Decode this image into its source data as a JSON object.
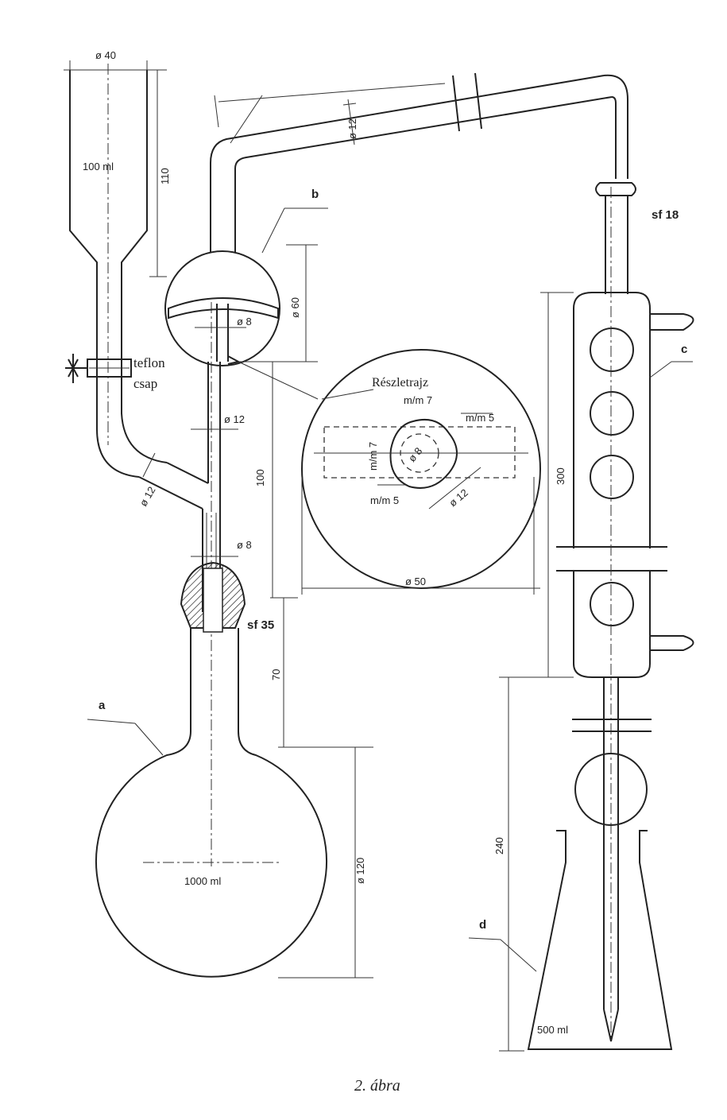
{
  "labels": {
    "a": "a",
    "b": "b",
    "c": "c",
    "d": "d",
    "teflon_line1": "teflon",
    "teflon_line2": "csap",
    "detail_title": "Részletrajz",
    "sf18": "sf 18",
    "sf35": "sf 35",
    "vol_funnel": "100 ml",
    "vol_flask": "1000 ml",
    "vol_erlenmeyer": "500 ml"
  },
  "dimensions": {
    "d40": "ø 40",
    "h110": "110",
    "d12_top": "ø 12",
    "d60": "ø 60",
    "d8_bulb": "ø 8",
    "d12_mid": "ø 12",
    "d12_side": "ø 12",
    "h100": "100",
    "d8_lower": "ø 8",
    "h70": "70",
    "d120": "ø 120",
    "d50": "ø 50",
    "h300": "300",
    "h240": "240",
    "det_mm7_top": "m/m 7",
    "det_mm5_right": "m/m 5",
    "det_mm7_left": "m/m 7",
    "det_mm5_bottom": "m/m 5",
    "det_d8": "ø 8",
    "det_d12": "ø 12"
  },
  "caption": "2. ábra"
}
